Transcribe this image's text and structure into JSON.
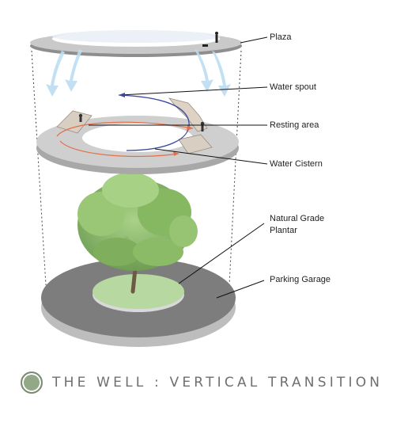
{
  "diagram": {
    "labels": {
      "plaza": "Plaza",
      "water_spout": "Water spout",
      "resting_area": "Resting area",
      "water_cistern": "Water Cistern",
      "natural_grade_line1": "Natural Grade",
      "natural_grade_line2": "Plantar",
      "parking_garage": "Parking Garage"
    },
    "title": "THE WELL : VERTICAL TRANSITION",
    "colors": {
      "slab_top": "#c9c9c9",
      "slab_side": "#8f8f8f",
      "garage_top": "#7d7d7d",
      "water_arrow": "#a9d3ee",
      "flow_arrow": "#e2704b",
      "spout_line": "#3b4a9a",
      "tree_green": "#8fbf6a",
      "title_badge": "#93a887"
    }
  }
}
